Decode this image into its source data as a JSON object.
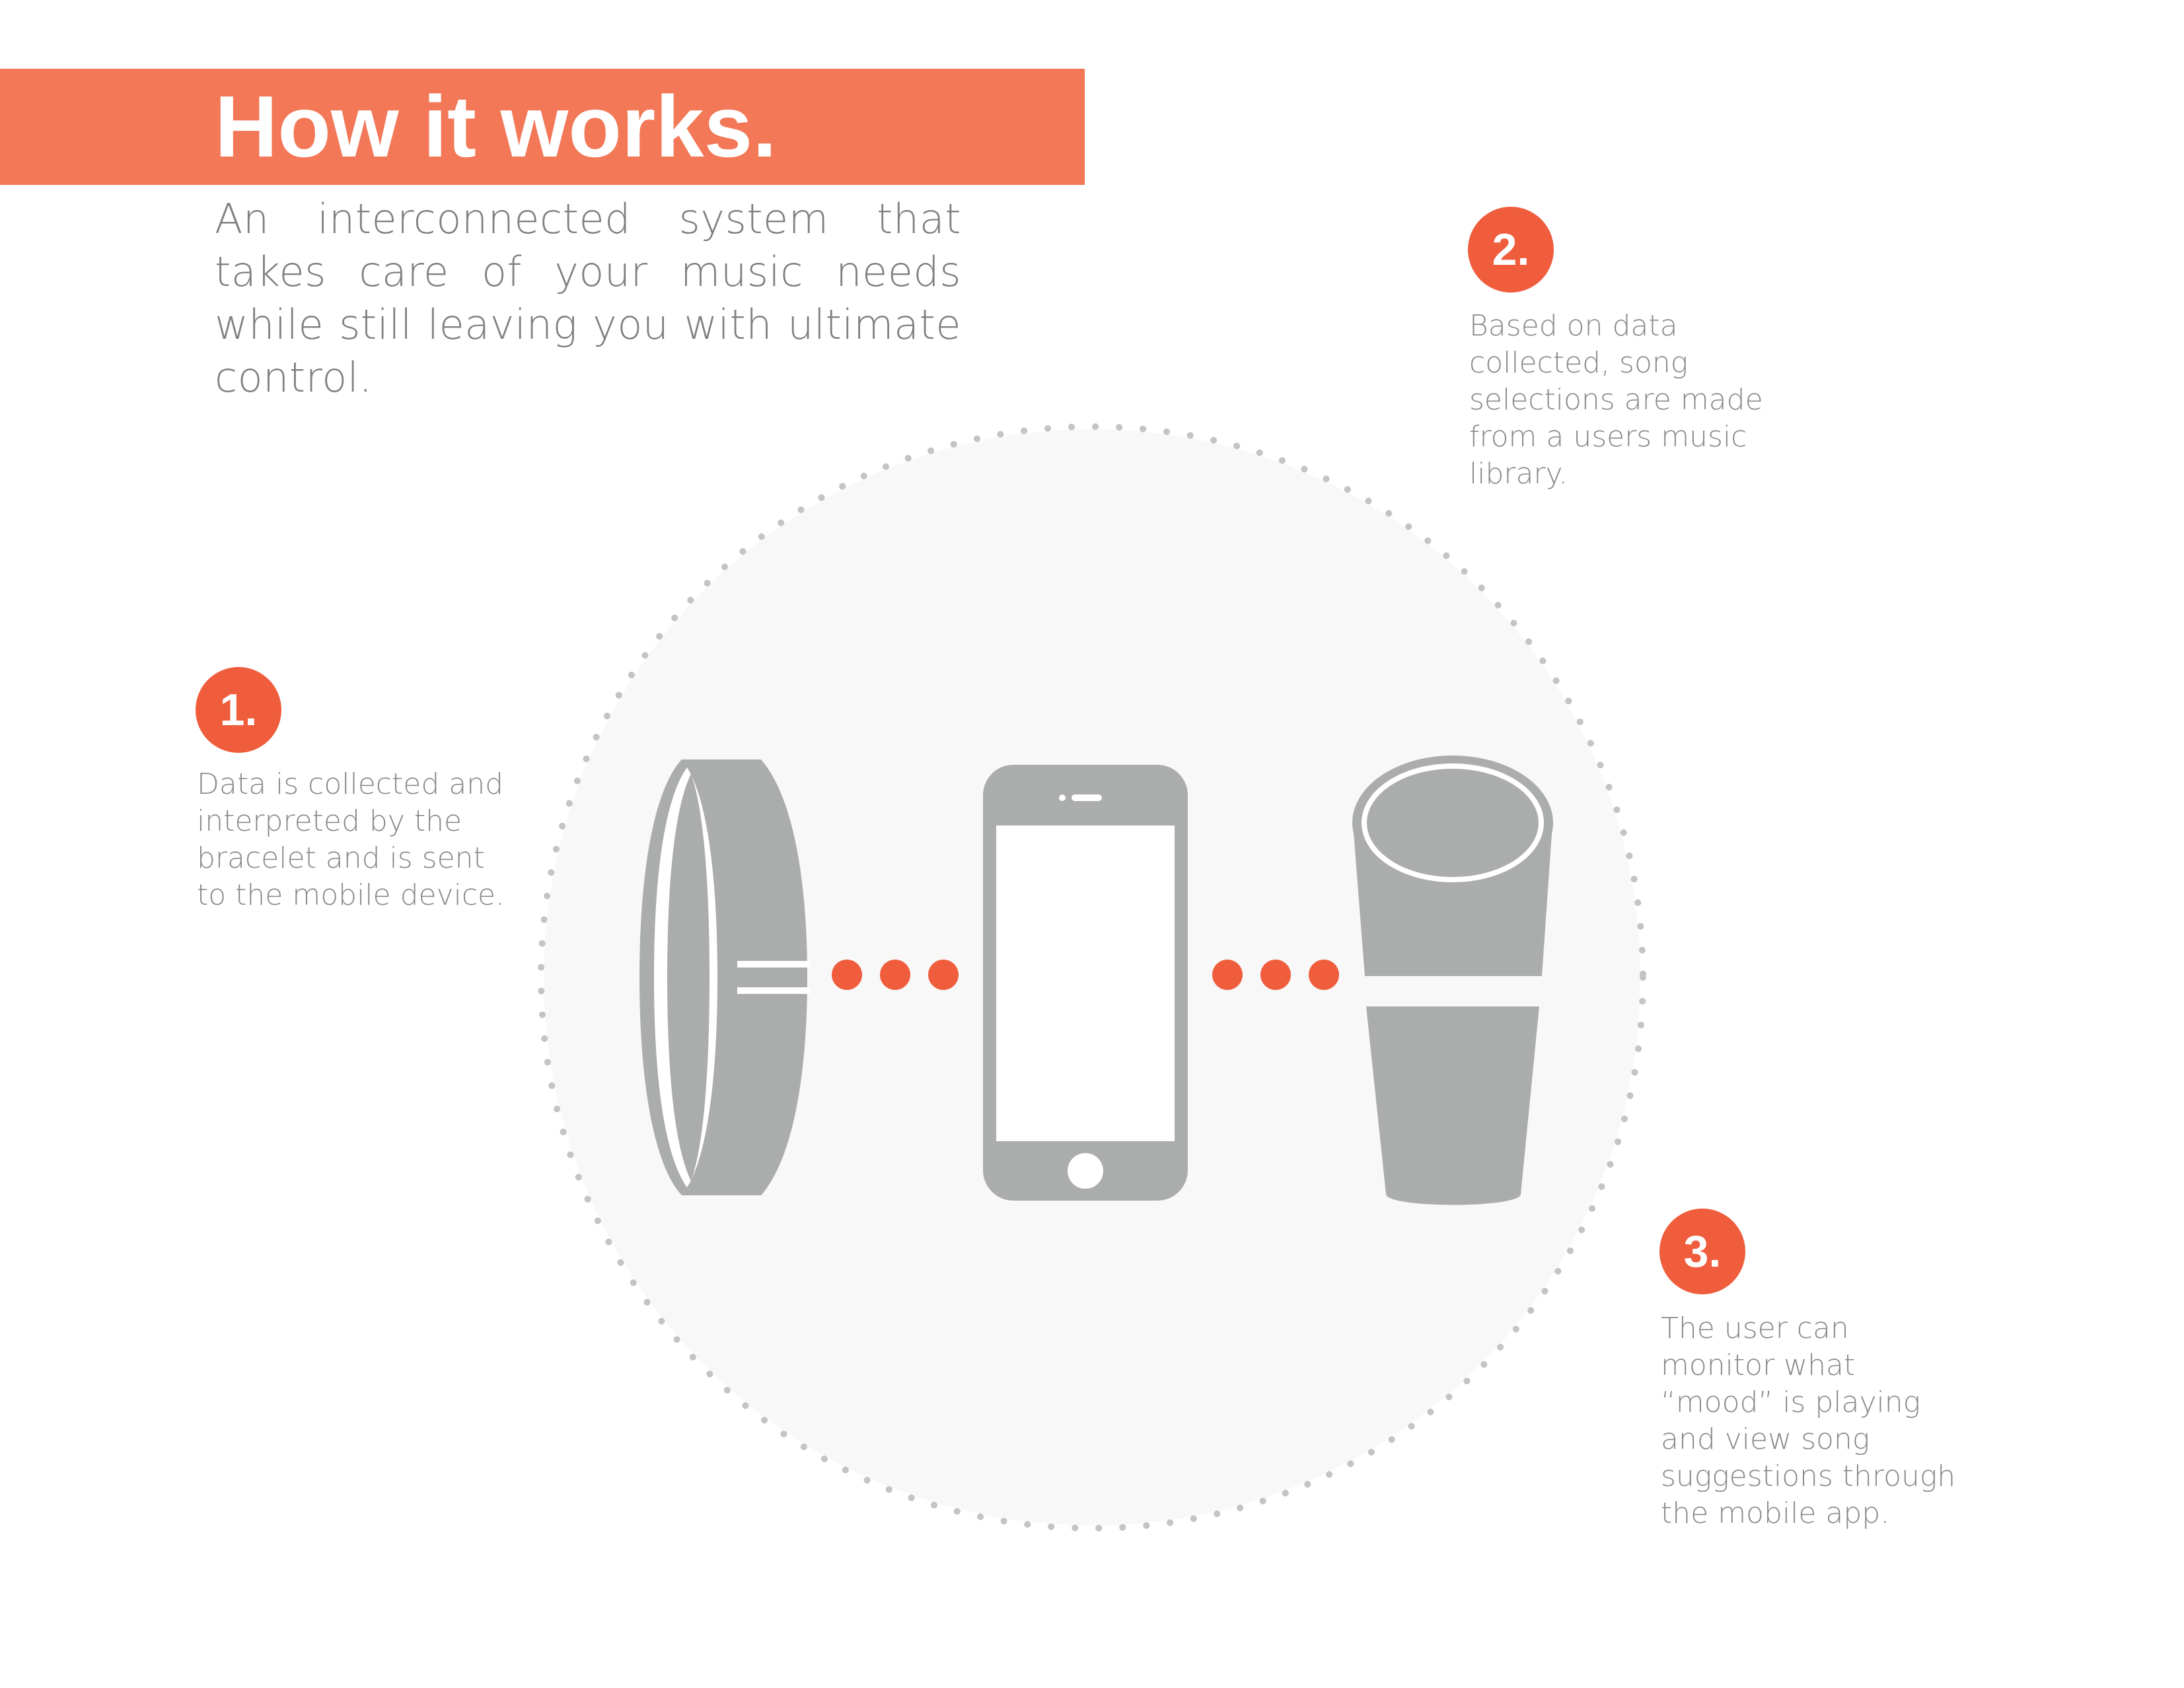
{
  "header": {
    "title": "How it works.",
    "subtitle": "An interconnected system that takes care of your music needs while still leaving you with ultimate control."
  },
  "steps": [
    {
      "number": "1.",
      "text": "Data is collected and\ninterpreted by the\nbracelet and is sent\nto the mobile device."
    },
    {
      "number": "2.",
      "text": "Based on data\ncollected, song\nselections are made\nfrom a users music\nlibrary."
    },
    {
      "number": "3.",
      "text": "The user can\nmonitor what\n“mood” is playing\nand view song\nsuggestions through\nthe mobile app."
    }
  ],
  "diagram": {
    "devices": [
      {
        "icon": "bracelet-icon"
      },
      {
        "icon": "smartphone-icon"
      },
      {
        "icon": "speaker-icon"
      }
    ],
    "connector_dots_per_link": 3
  },
  "colors": {
    "accent": "#f27858",
    "badge": "#ef5d3d",
    "connector": "#ef5d3d",
    "device": "#abadac",
    "circle_fill": "#f8f8f8",
    "circle_border_dots": "#c4c4c4",
    "text_gray": "#8a8a8a"
  }
}
